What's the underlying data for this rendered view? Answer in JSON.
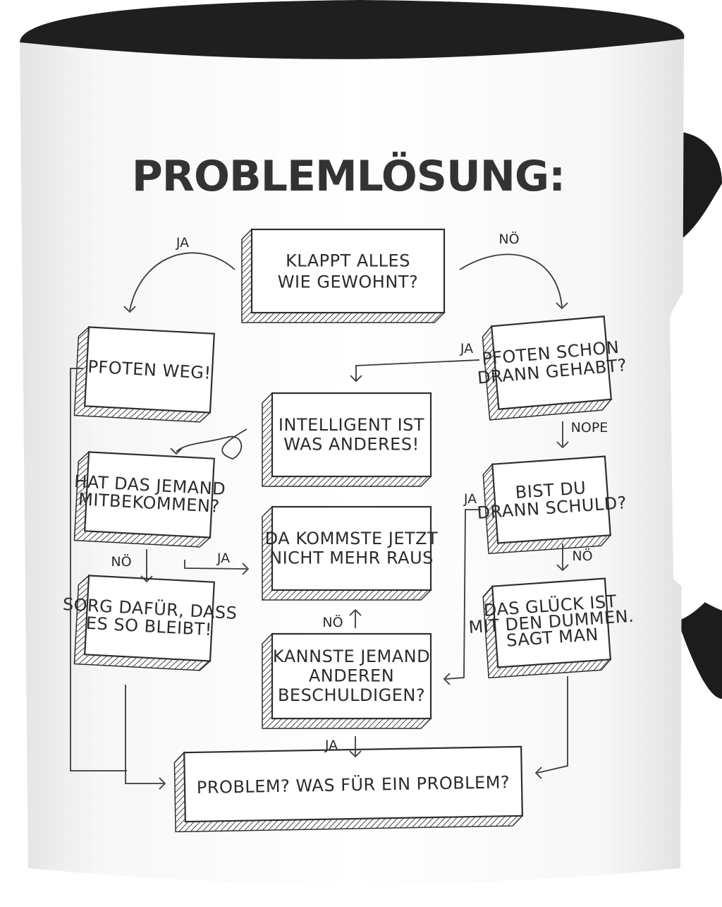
{
  "title": "PROBLEMLÖSUNG:",
  "colors": {
    "mug_body": "#f3f3f3",
    "mug_interior": "#1f1f1f",
    "ink": "#2e2e2e"
  },
  "nodes": {
    "start": [
      "KLAPPT ALLES",
      "WIE GEWOHNT?"
    ],
    "hands_off": [
      "PFOTEN WEG!"
    ],
    "touched_it": [
      "PFOTEN SCHON",
      "DRANN GEHABT?"
    ],
    "intelligent": [
      "INTELLIGENT IST",
      "WAS ANDERES!"
    ],
    "noticed": [
      "HAT DAS JEMAND",
      "MITBEKOMMEN?"
    ],
    "your_fault": [
      "BIST DU",
      "DRANN SCHULD?"
    ],
    "no_way_out": [
      "DA KOMMSTE JETZT",
      "NICHT MEHR RAUS"
    ],
    "keep_it": [
      "SORG DAFÜR, DASS",
      "ES SO BLEIBT!"
    ],
    "luck": [
      "DAS GLÜCK IST",
      "MIT DEN DUMMEN.",
      "SAGT MAN"
    ],
    "blame": [
      "KANNSTE JEMAND",
      "ANDEREN",
      "BESCHULDIGEN?"
    ],
    "end": [
      "PROBLEM? WAS FÜR EIN PROBLEM?"
    ]
  },
  "labels": {
    "ja_left": "JA",
    "noe_right": "NÖ",
    "ja_touched": "JA",
    "nope": "NOPE",
    "ja_fault": "JA",
    "noe_fault": "NÖ",
    "noe_noticed": "NÖ",
    "ja_noticed": "JA",
    "noe_blame": "NÖ",
    "ja_blame": "JA"
  }
}
